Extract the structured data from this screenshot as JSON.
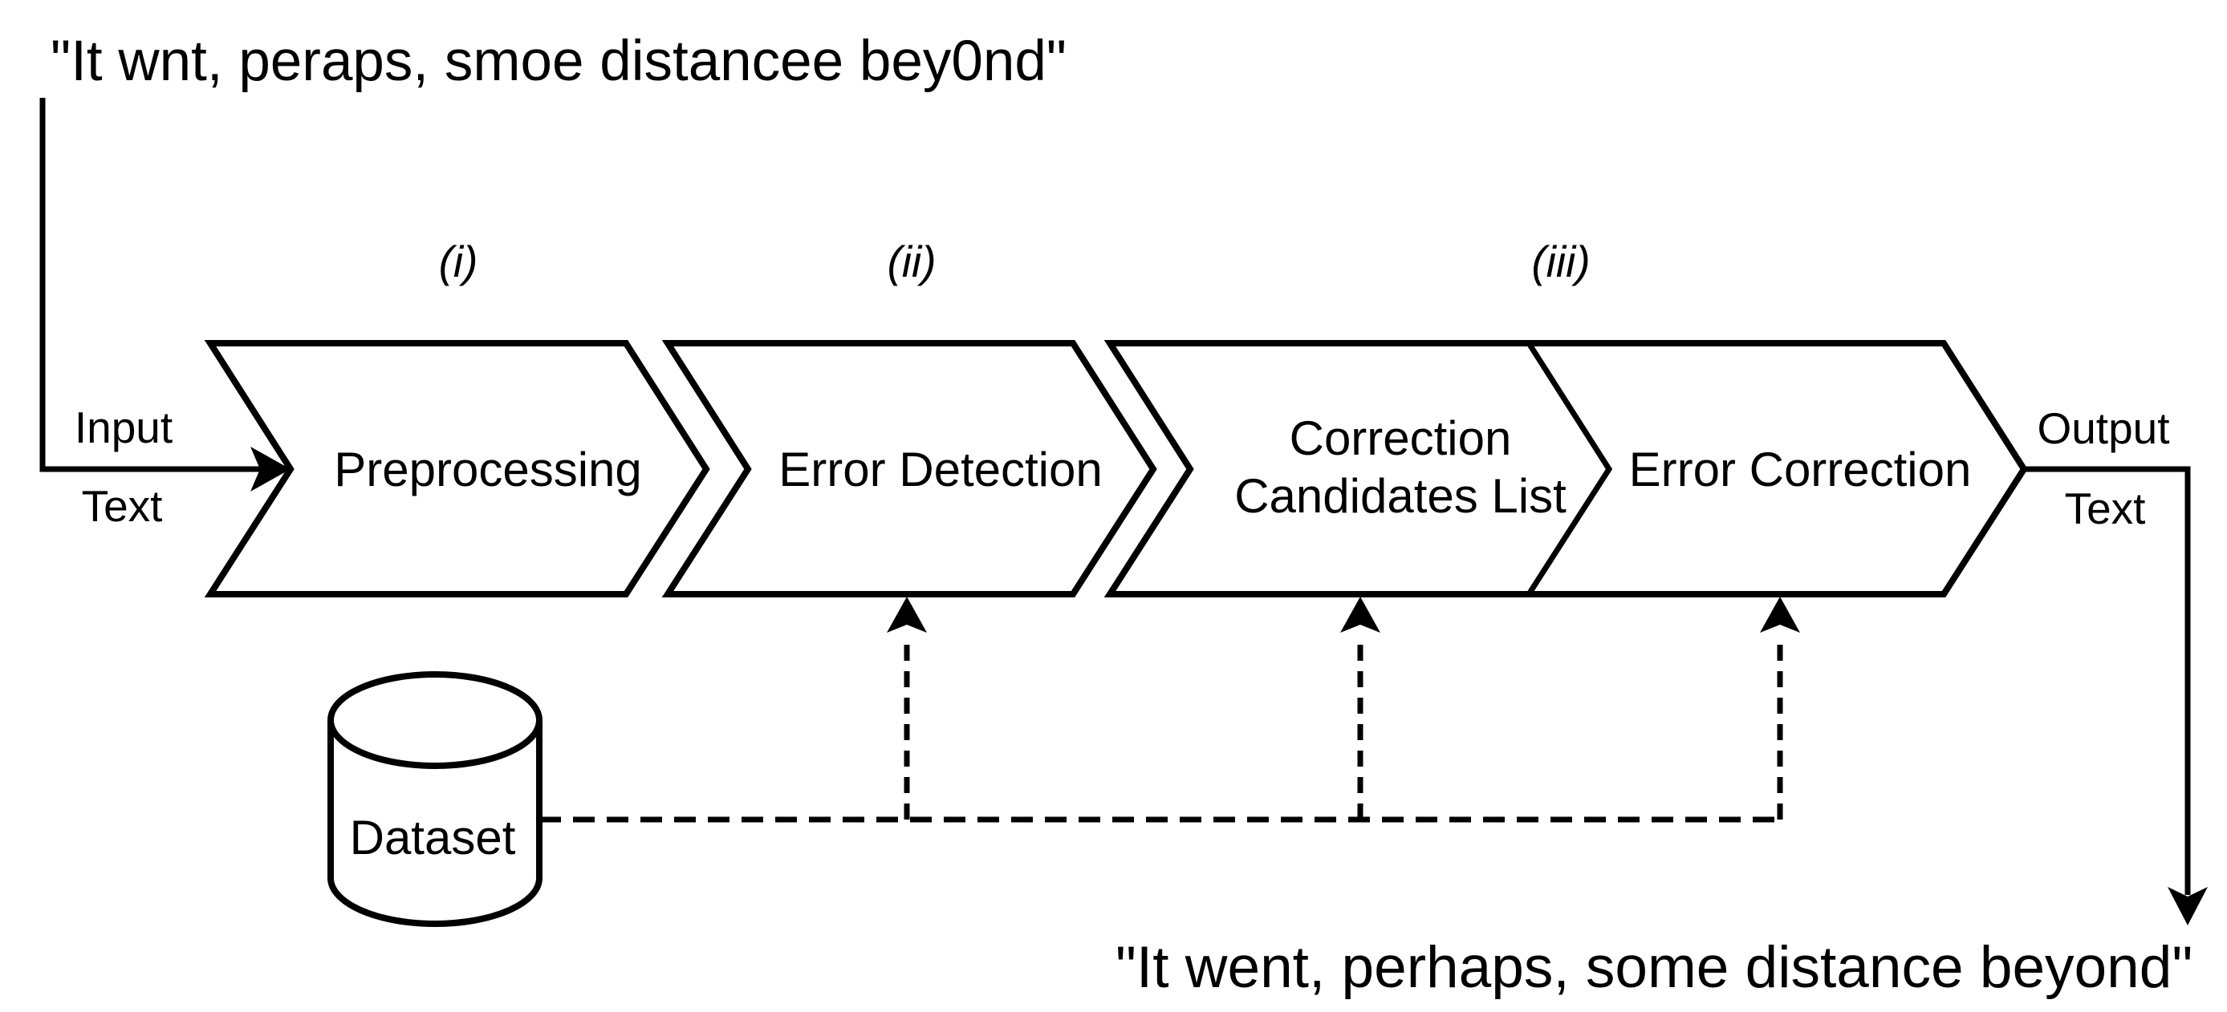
{
  "diagram": {
    "title_hint": "spelling-correction-pipeline",
    "input_quote": "\"It wnt, peraps, smoe distancee bey0nd\"",
    "output_quote": "\"It went, perhaps, some distance beyond\"",
    "input_label": {
      "line1": "Input",
      "line2": "Text"
    },
    "output_label": {
      "line1": "Output",
      "line2": "Text"
    },
    "dataset": {
      "label": "Dataset"
    },
    "stages": [
      {
        "numeral": "(i)",
        "label": "Preprocessing"
      },
      {
        "numeral": "(ii)",
        "label": "Error Detection"
      },
      {
        "numeral": "(iii)",
        "sub_stages": [
          {
            "label_line1": "Correction",
            "label_line2": "Candidates List"
          },
          {
            "label": "Error Correction"
          }
        ]
      }
    ],
    "colors": {
      "stroke": "#000000",
      "background": "#ffffff"
    }
  }
}
